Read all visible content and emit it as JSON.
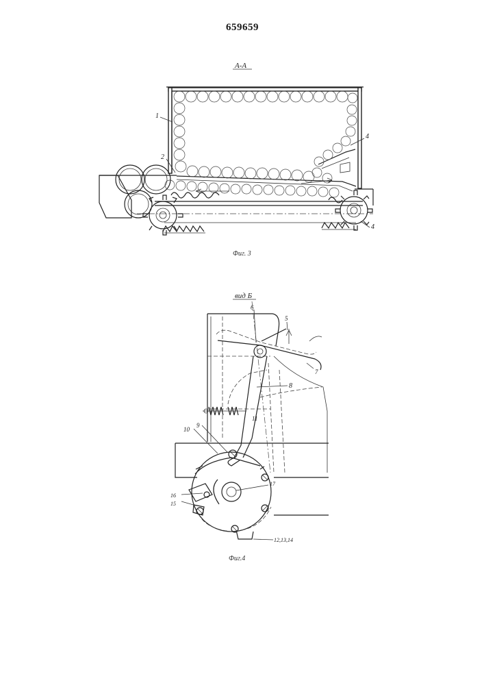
{
  "document": {
    "patent_number": "659659"
  },
  "figure3": {
    "section_label": "А-А",
    "caption": "Фиг. 3",
    "callouts": [
      "1",
      "2",
      "4",
      "4"
    ]
  },
  "figure4": {
    "view_label": "вид Б",
    "caption": "Фиг.4",
    "callouts": [
      "6",
      "5",
      "7",
      "8",
      "11",
      "10",
      "9",
      "16",
      "15",
      "17",
      "12,13,14"
    ]
  }
}
